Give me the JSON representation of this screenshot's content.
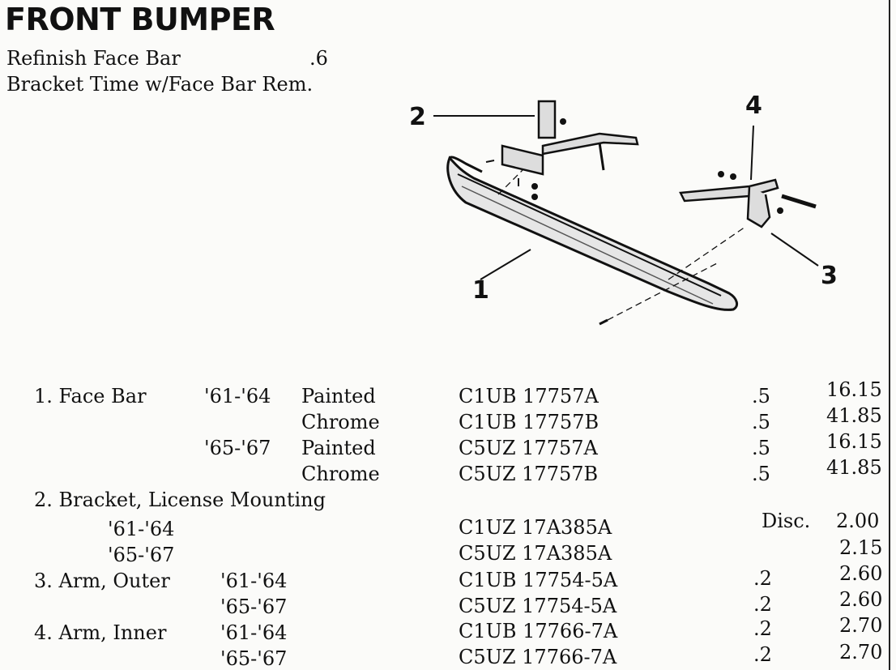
{
  "title": "FRONT BUMPER",
  "labor": {
    "refinish_label": "Refinish Face Bar",
    "refinish_value": ".6",
    "bracket_label": "Bracket Time w/Face Bar Rem."
  },
  "diagram": {
    "callouts": [
      "1",
      "2",
      "3",
      "4"
    ]
  },
  "parts": [
    {
      "desc": "1. Face Bar",
      "years": "'61-'64",
      "finish": "Painted",
      "part": "C1UB 17757A",
      "time": ".5",
      "price": "16.15"
    },
    {
      "desc": "",
      "years": "",
      "finish": "Chrome",
      "part": "C1UB 17757B",
      "time": ".5",
      "price": "41.85"
    },
    {
      "desc": "",
      "years": "'65-'67",
      "finish": "Painted",
      "part": "C5UZ 17757A",
      "time": ".5",
      "price": "16.15"
    },
    {
      "desc": "",
      "years": "",
      "finish": "Chrome",
      "part": "C5UZ 17757B",
      "time": ".5",
      "price": "41.85"
    },
    {
      "desc": "2. Bracket, License Mounting",
      "years": "",
      "finish": "",
      "part": "",
      "time": "",
      "price": ""
    },
    {
      "desc": "'61-'64",
      "years": "",
      "finish": "",
      "part": "C1UZ 17A385A",
      "time": "Disc.",
      "price": "2.00"
    },
    {
      "desc": "'65-'67",
      "years": "",
      "finish": "",
      "part": "C5UZ 17A385A",
      "time": "",
      "price": "2.15"
    },
    {
      "desc": "3. Arm, Outer",
      "years": "'61-'64",
      "finish": "",
      "part": "C1UB 17754-5A",
      "time": ".2",
      "price": "2.60"
    },
    {
      "desc": "",
      "years": "'65-'67",
      "finish": "",
      "part": "C5UZ 17754-5A",
      "time": ".2",
      "price": "2.60"
    },
    {
      "desc": "4. Arm, Inner",
      "years": "'61-'64",
      "finish": "",
      "part": "C1UB 17766-7A",
      "time": ".2",
      "price": "2.70"
    },
    {
      "desc": "",
      "years": "'65-'67",
      "finish": "",
      "part": "C5UZ 17766-7A",
      "time": ".2",
      "price": "2.70"
    }
  ]
}
